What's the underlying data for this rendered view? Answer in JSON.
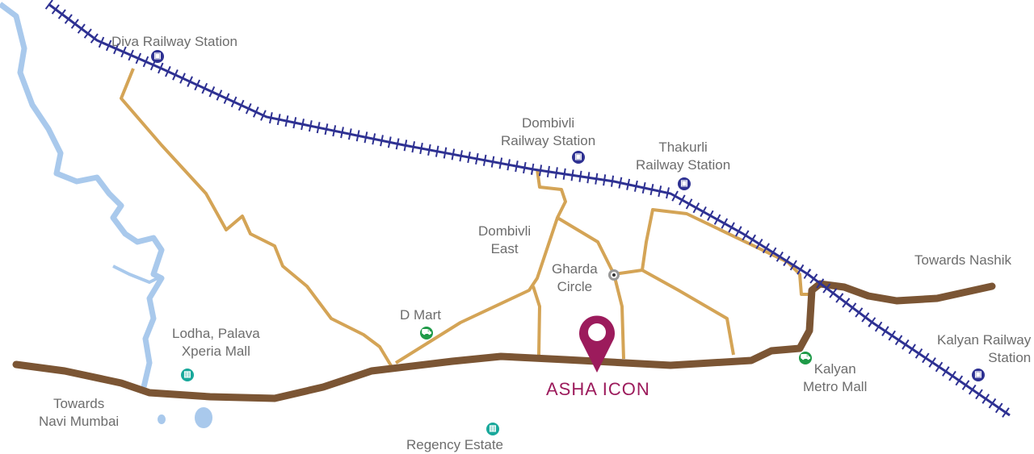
{
  "project": {
    "name": "ASHA ICON"
  },
  "places": {
    "diva": [
      "Diva Railway Station"
    ],
    "dombivli_station": [
      "Dombivli",
      "Railway Station"
    ],
    "thakurli": [
      "Thakurli",
      "Railway Station"
    ],
    "dombivli_east": [
      "Dombivli",
      "East"
    ],
    "gharda": [
      "Gharda",
      "Circle"
    ],
    "dmart": [
      "D Mart"
    ],
    "lodha": [
      "Lodha, Palava",
      "Xperia Mall"
    ],
    "navi_mumbai": [
      "Towards",
      "Navi Mumbai"
    ],
    "regency": [
      "Regency Estate"
    ],
    "kalyan_metro": [
      "Kalyan",
      "Metro Mall"
    ],
    "nashik": [
      "Towards Nashik"
    ],
    "kalyan_station": [
      "Kalyan Railway",
      "Station"
    ]
  },
  "colors": {
    "rail": "#2e3192",
    "road_major": "#7b5534",
    "road_minor": "#d4a456",
    "water": "#a9c9ec",
    "accent": "#9c1b5c"
  }
}
